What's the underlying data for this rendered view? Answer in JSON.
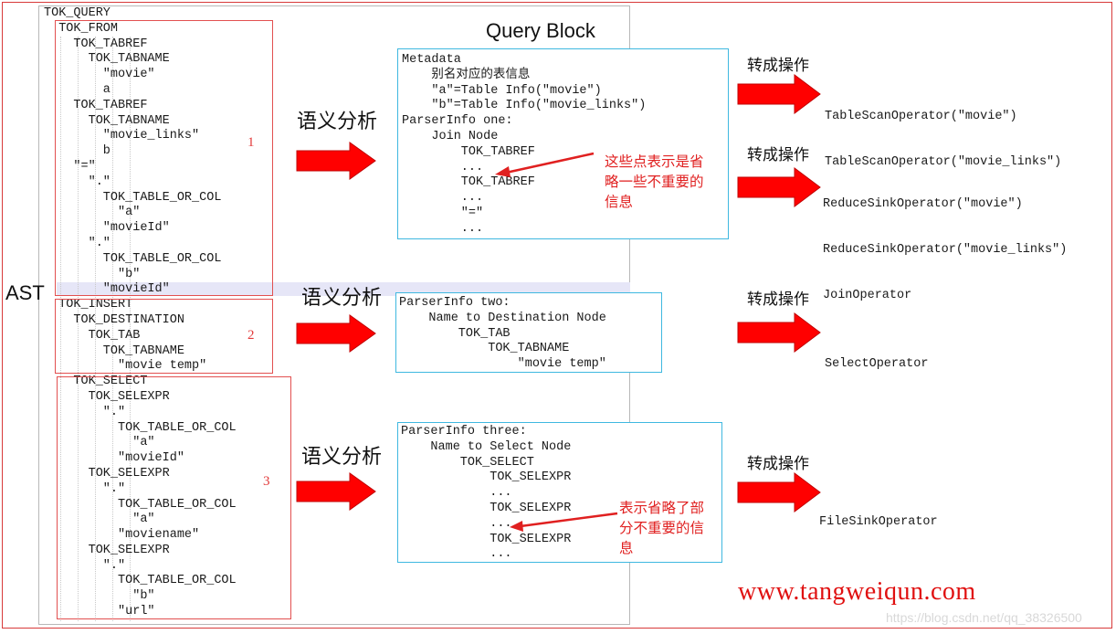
{
  "ast": {
    "label": "AST",
    "lines": [
      "TOK_QUERY",
      "  TOK_FROM",
      "    TOK_TABREF",
      "      TOK_TABNAME",
      "        \"movie\"",
      "        a",
      "    TOK_TABREF",
      "      TOK_TABNAME",
      "        \"movie_links\"",
      "        b",
      "    \"=\"",
      "      \".\"",
      "        TOK_TABLE_OR_COL",
      "          \"a\"",
      "        \"movieId\"",
      "      \".\"",
      "        TOK_TABLE_OR_COL",
      "          \"b\"",
      "        \"movieId\"",
      "  TOK_INSERT",
      "    TOK_DESTINATION",
      "      TOK_TAB",
      "        TOK_TABNAME",
      "          \"movie temp\"",
      "    TOK_SELECT",
      "      TOK_SELEXPR",
      "        \".\"",
      "          TOK_TABLE_OR_COL",
      "            \"a\"",
      "          \"movieId\"",
      "      TOK_SELEXPR",
      "        \".\"",
      "          TOK_TABLE_OR_COL",
      "            \"a\"",
      "          \"moviename\"",
      "      TOK_SELEXPR",
      "        \".\"",
      "          TOK_TABLE_OR_COL",
      "            \"b\"",
      "          \"url\""
    ],
    "section_numbers": [
      "1",
      "2",
      "3"
    ]
  },
  "query_block_title": "Query Block",
  "semantic_label": "语义分析",
  "convert_label": "转成操作",
  "blocks": [
    {
      "lines": [
        "Metadata",
        "    别名对应的表信息",
        "    \"a\"=Table Info(\"movie\")",
        "    \"b\"=Table Info(\"movie_links\")",
        "ParserInfo one:",
        "    Join Node",
        "        TOK_TABREF",
        "        ...",
        "        TOK_TABREF",
        "        ...",
        "        \"=\"",
        "        ..."
      ],
      "note": "这些点表示是省\n略一些不重要的\n信息",
      "operators": [
        "TableScanOperator(\"movie\")",
        "TableScanOperator(\"movie_links\")"
      ]
    },
    {
      "lines": [
        "ParserInfo two:",
        "    Name to Destination Node",
        "        TOK_TAB",
        "            TOK_TABNAME",
        "                \"movie temp\""
      ],
      "operators": [
        "SelectOperator"
      ]
    },
    {
      "lines": [
        "ParserInfo three:",
        "    Name to Select Node",
        "        TOK_SELECT",
        "            TOK_SELEXPR",
        "            ...",
        "            TOK_SELEXPR",
        "            ...",
        "            TOK_SELEXPR",
        "            ..."
      ],
      "note": "表示省略了部\n分不重要的信\n息",
      "operators": [
        "FileSinkOperator"
      ]
    }
  ],
  "join_operators": [
    "ReduceSinkOperator(\"movie\")",
    "ReduceSinkOperator(\"movie_links\")",
    "JoinOperator"
  ],
  "footer_url": "www.tangweiqun.com",
  "watermark": "https://blog.csdn.net/qq_38326500",
  "colors": {
    "arrow": "#ff0000",
    "box": "#3fb8e0",
    "section": "#e25050",
    "note": "#e02020"
  }
}
